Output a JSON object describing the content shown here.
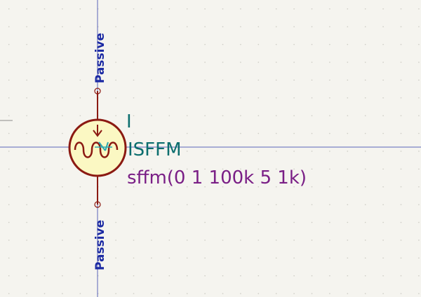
{
  "symbol": {
    "reference": "I",
    "value": "ISFFM",
    "spice_model": "sffm(0 1 100k 5 1k)",
    "pin_top_type": "Passive",
    "pin_bottom_type": "Passive"
  },
  "colors": {
    "background": "#f5f4ef",
    "grid_dot": "#c9c8c0",
    "crosshair": "#5a64b8",
    "symbol_outline": "#8b1a12",
    "symbol_fill": "#fbf8c3",
    "pin_line": "#8b1a12",
    "pin_type_text": "#1c2aa3",
    "reference_text": "#0c6e6e",
    "value_text": "#0c6e6e",
    "model_text": "#7a1f86",
    "cursor": "#2aa8b0"
  }
}
